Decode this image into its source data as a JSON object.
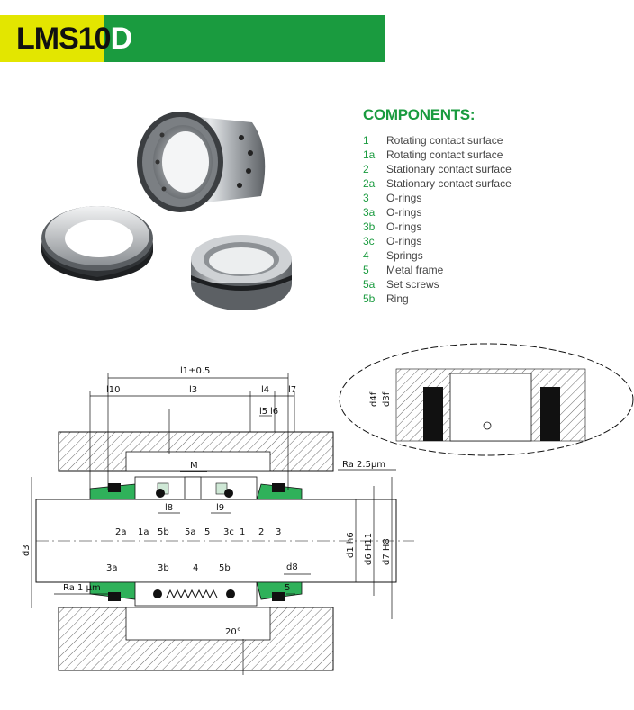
{
  "header": {
    "title_part1": "LMS10",
    "title_part2": "D",
    "color_green": "#1a9b3f",
    "color_yellow": "#e3e600"
  },
  "components": {
    "heading": "COMPONENTS:",
    "items": [
      {
        "num": "1",
        "label": "Rotating contact surface"
      },
      {
        "num": "1a",
        "label": "Rotating contact surface"
      },
      {
        "num": "2",
        "label": "Stationary contact surface"
      },
      {
        "num": "2a",
        "label": "Stationary contact surface"
      },
      {
        "num": "3",
        "label": "O-rings"
      },
      {
        "num": "3a",
        "label": "O-rings"
      },
      {
        "num": "3b",
        "label": "O-rings"
      },
      {
        "num": "3c",
        "label": "O-rings"
      },
      {
        "num": "4",
        "label": "Springs"
      },
      {
        "num": "5",
        "label": "Metal frame"
      },
      {
        "num": "5a",
        "label": "Set screws"
      },
      {
        "num": "5b",
        "label": "Ring"
      }
    ]
  },
  "drawing": {
    "dim_l1": "l1±0.5",
    "dim_l10": "l10",
    "dim_l3": "l3",
    "dim_l4": "l4",
    "dim_l7": "l7",
    "dim_l5": "l5",
    "dim_l6": "l6",
    "dim_M": "M",
    "dim_l8": "l8",
    "dim_l9": "l9",
    "dim_d8": "d8",
    "dim_5": "5",
    "dim_20": "20°",
    "ra_top": "Ra  2.5μm",
    "ra_bottom": "Ra  1 μm",
    "dim_d3": "d3",
    "dim_d1": "d1  h6",
    "dim_d6": "d6  H11",
    "dim_d7": "d7  H8",
    "label_2a": "2a",
    "label_1a": "1a",
    "label_5b_top": "5b",
    "label_5a": "5a",
    "label_5": "5",
    "label_3c": "3c",
    "label_1": "1",
    "label_2": "2",
    "label_3": "3",
    "label_3a": "3a",
    "label_3b": "3b",
    "label_4": "4",
    "label_5b_bottom": "5b",
    "detail_d4f": "d4f",
    "detail_d3f": "d3f"
  }
}
